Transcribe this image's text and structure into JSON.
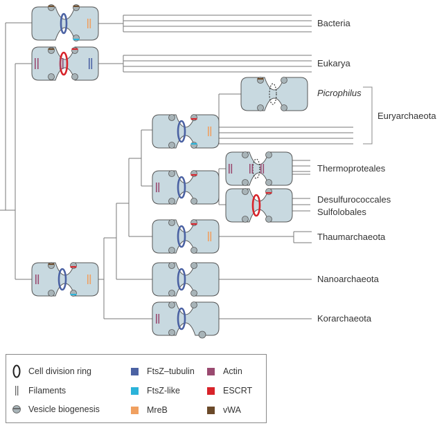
{
  "taxa": {
    "bacteria": "Bacteria",
    "eukarya": "Eukarya",
    "picrophilus": "Picrophilus",
    "euryarchaeota": "Euryarchaeota",
    "thermoproteales": "Thermoproteales",
    "desulfurococcales": "Desulfurococcales",
    "sulfolobales": "Sulfolobales",
    "thaumarchaeota": "Thaumarchaeota",
    "nanoarchaeota": "Nanoarchaeota",
    "korarchaeota": "Korarchaeota"
  },
  "legend": {
    "ring": "Cell division ring",
    "filaments": "Filaments",
    "vesicle": "Vesicle biogenesis",
    "ftsz_tubulin": "FtsZ–tubulin",
    "ftsz_like": "FtsZ-like",
    "mreb": "MreB",
    "actin": "Actin",
    "escrt": "ESCRT",
    "vwa": "vWA"
  },
  "colors": {
    "ftsz_tubulin": "#4b62a3",
    "ftsz_like": "#2bb3d9",
    "mreb": "#f0a060",
    "actin": "#9a4a70",
    "escrt": "#d8232a",
    "vwa": "#6b4a2a",
    "cell_fill": "#c8d9e0",
    "cell_stroke": "#555555",
    "tree_line": "#777777"
  }
}
